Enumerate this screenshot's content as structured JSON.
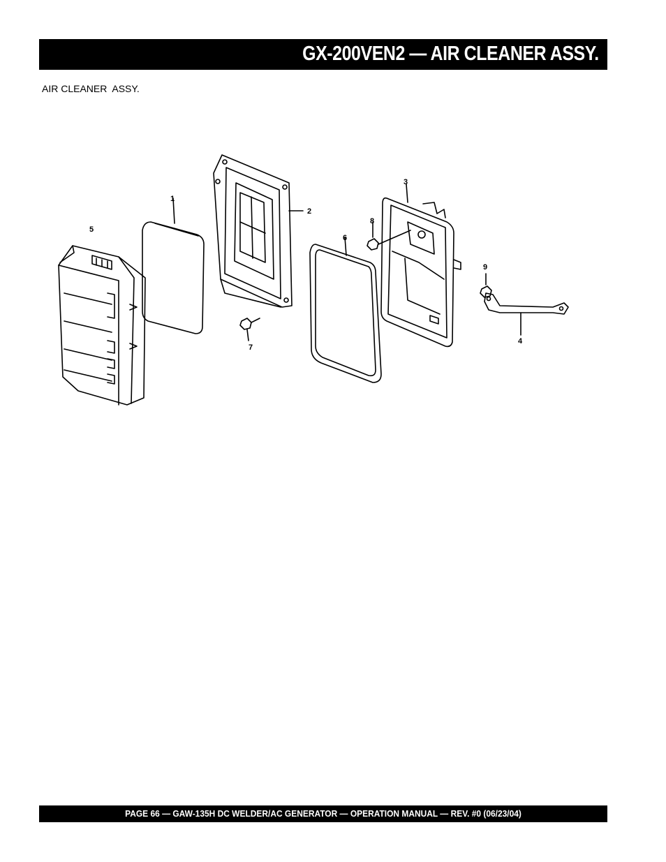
{
  "header": {
    "title": "GX-200VEN2 — AIR CLEANER ASSY."
  },
  "section": {
    "label": "AIR CLEANER  ASSY."
  },
  "diagram": {
    "callouts": [
      "1",
      "2",
      "3",
      "4",
      "5",
      "6",
      "7",
      "8",
      "9"
    ]
  },
  "footer": {
    "text": "PAGE 66 — GAW-135H DC WELDER/AC GENERATOR —  OPERATION MANUAL — REV. #0 (06/23/04)"
  }
}
